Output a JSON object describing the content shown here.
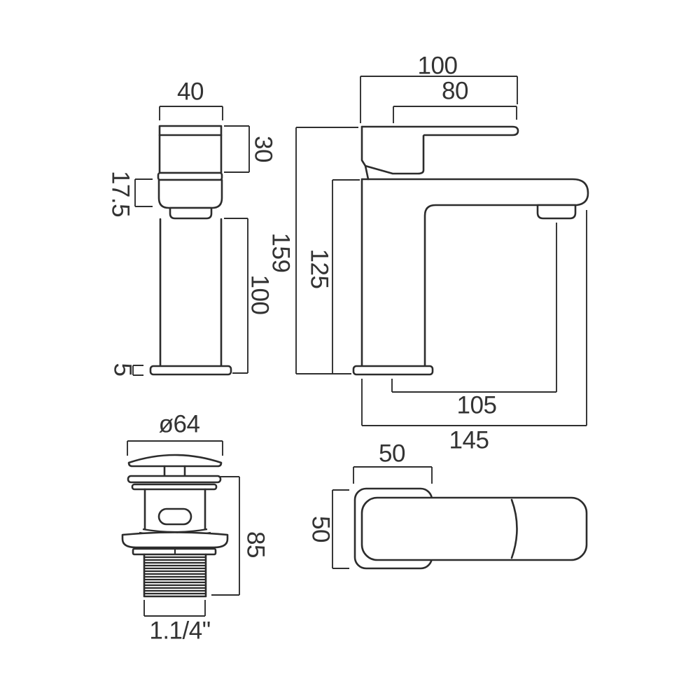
{
  "background": "#ffffff",
  "line_color": "#2c2c2c",
  "text_color": "#333333",
  "views": {
    "front": {
      "width": "40",
      "head_height": "30",
      "neck_height": "17.5",
      "body_height": "100",
      "base_height": "5"
    },
    "side": {
      "spout_length": "100",
      "handle_length": "80",
      "overall_height": "159",
      "height_to_deck": "125",
      "spout_reach": "105",
      "overall_depth": "145"
    },
    "top": {
      "body_width": "50",
      "body_depth": "50"
    },
    "waste": {
      "cap_diameter": "ø64",
      "height": "85",
      "thread_size": "1.1/4\""
    }
  }
}
